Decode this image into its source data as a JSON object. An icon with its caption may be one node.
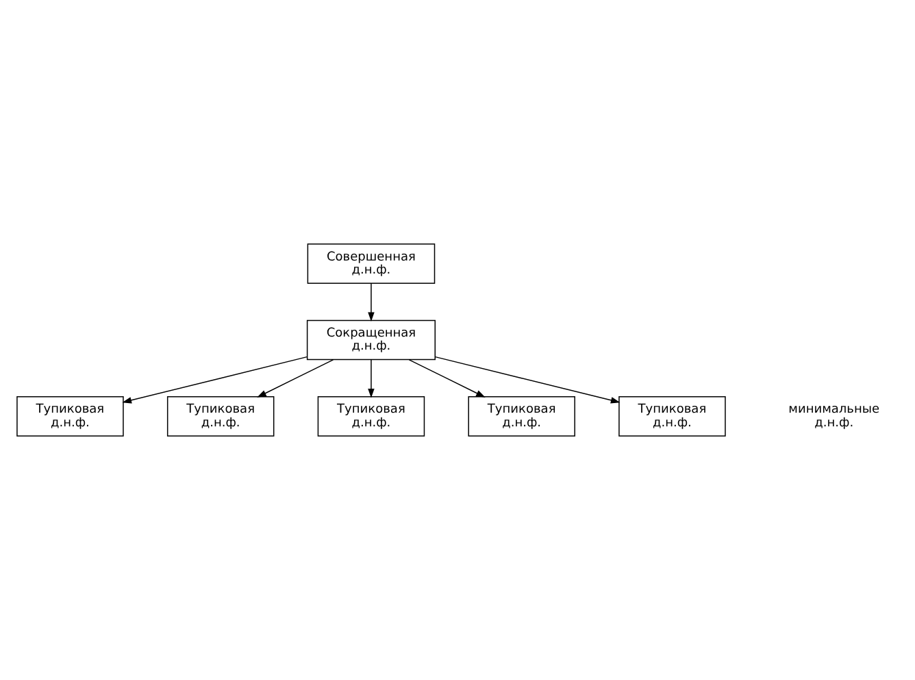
{
  "diagram": {
    "nodes": [
      {
        "text": [
          "Совершенная д.н.ф."
        ]
      },
      {
        "text": [
          "Сокращенная д.н.ф."
        ]
      },
      {
        "text": [
          "Тупиковая д.н.ф."
        ]
      },
      {
        "text": [
          "Тупиковая д.н.ф."
        ]
      },
      {
        "text": [
          "Тупиковая д.н.ф."
        ]
      },
      {
        "text": [
          "Тупиковая д.н.ф."
        ]
      },
      {
        "text": [
          "Тупиковая д.н.ф."
        ]
      }
    ],
    "edges": [
      {
        "from": 0,
        "to": 1,
        "arrow": "to"
      },
      {
        "from": 1,
        "to": 2,
        "arrow": "to"
      },
      {
        "from": 1,
        "to": 4,
        "arrow": "to"
      },
      {
        "from": 1,
        "to": 5,
        "arrow": "to"
      },
      {
        "from": 1,
        "to": 6,
        "arrow": "to"
      },
      {
        "from": 1,
        "to": 3,
        "arrow": "to"
      }
    ],
    "labels": [
      "минимальные д.н.ф."
    ]
  }
}
